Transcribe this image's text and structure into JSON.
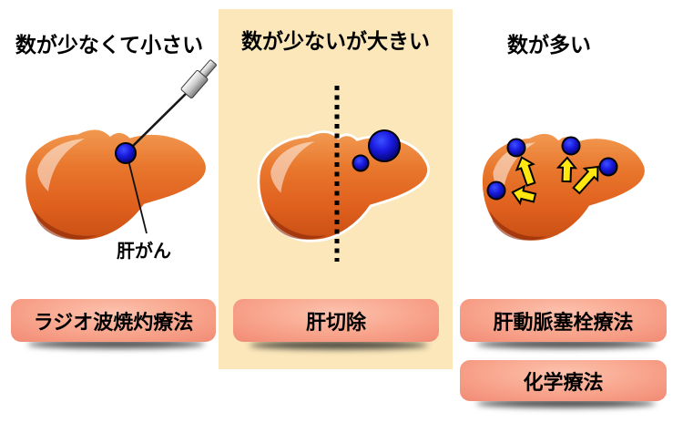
{
  "figure": {
    "background": "#ffffff",
    "highlight_panel_color": "#fbe7ba"
  },
  "colors": {
    "liver_orange": "#e8762c",
    "liver_dark": "#c74f14",
    "tumor_blue": "#1a1ae0",
    "arrow_yellow": "#ffe70f",
    "treatment_box_salmon": "#f6977f",
    "text": "#000000"
  },
  "panels": [
    {
      "title": "数が少なくて小さい",
      "annotation": "肝がん",
      "treatments": [
        "ラジオ波焼灼療法"
      ]
    },
    {
      "title": "数が少ないが大きい",
      "treatments": [
        "肝切除"
      ],
      "highlighted": true
    },
    {
      "title": "数が多い",
      "treatments": [
        "肝動脈塞栓療法",
        "化学療法"
      ]
    }
  ]
}
